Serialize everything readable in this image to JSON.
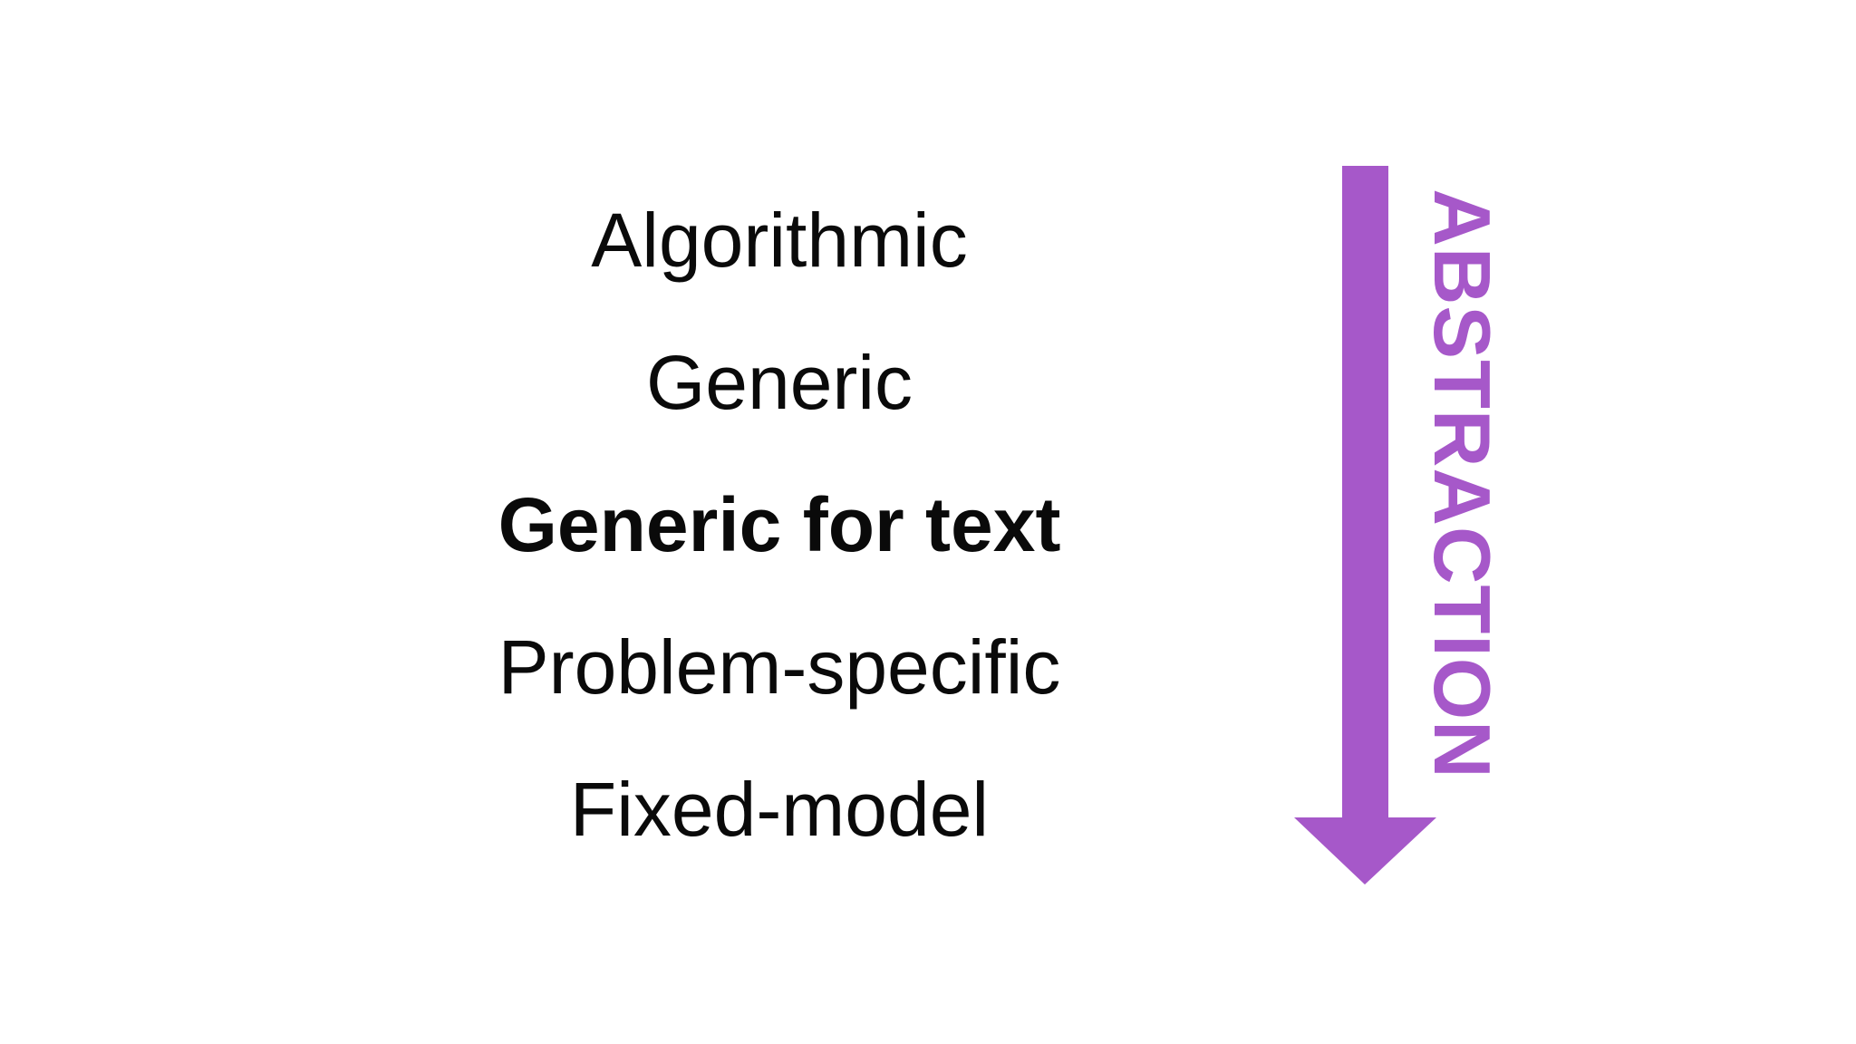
{
  "levels": [
    {
      "label": "Algorithmic",
      "emphasis": false
    },
    {
      "label": "Generic",
      "emphasis": false
    },
    {
      "label": "Generic for text",
      "emphasis": true
    },
    {
      "label": "Problem-specific",
      "emphasis": false
    },
    {
      "label": "Fixed-model",
      "emphasis": false
    }
  ],
  "arrow": {
    "label": "ABSTRACTION",
    "direction": "down",
    "color": "#a658c9",
    "icon": "down-arrow-icon"
  },
  "colors": {
    "text": "#0a0a0a",
    "accent": "#a658c9",
    "background": "#ffffff"
  }
}
